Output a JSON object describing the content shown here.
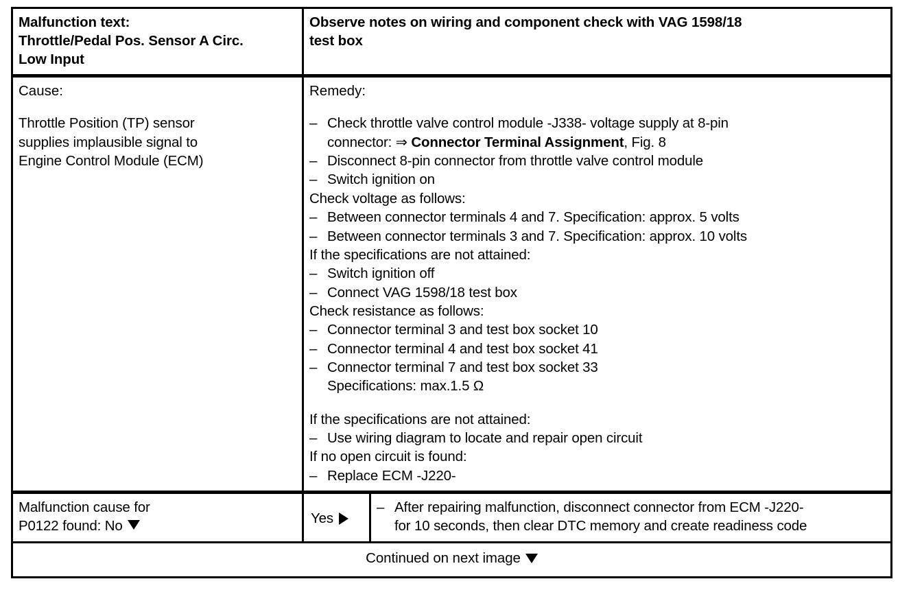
{
  "header": {
    "left_title": "Malfunction text:",
    "left_line2": "Throttle/Pedal Pos. Sensor A Circ.",
    "left_line3": "Low Input",
    "right_line1": "Observe notes on wiring and component check with VAG 1598/18",
    "right_line2": "test box"
  },
  "cause": {
    "label": "Cause:",
    "line1": "Throttle Position (TP) sensor",
    "line2": "supplies implausible signal to",
    "line3": "Engine Control Module (ECM)"
  },
  "remedy": {
    "label": "Remedy:",
    "items": [
      {
        "type": "dash",
        "text": "Check throttle valve control module -J338- voltage supply at 8-pin"
      },
      {
        "type": "cont",
        "pre": "connector: ⇒ ",
        "bold": "Connector Terminal Assignment",
        "post": ",  Fig. 8"
      },
      {
        "type": "dash",
        "text": "Disconnect 8-pin connector from throttle valve control module"
      },
      {
        "type": "dash",
        "text": "Switch ignition on"
      },
      {
        "type": "plain",
        "text": "Check voltage as follows:"
      },
      {
        "type": "dash",
        "text": "Between connector terminals 4 and 7. Specification: approx. 5 volts"
      },
      {
        "type": "dash",
        "text": "Between connector terminals 3 and 7. Specification: approx. 10 volts"
      },
      {
        "type": "plain",
        "text": "If the specifications are not attained:"
      },
      {
        "type": "dash",
        "text": "Switch ignition off"
      },
      {
        "type": "dash",
        "text": "Connect VAG 1598/18 test box"
      },
      {
        "type": "plain",
        "text": "Check resistance as follows:"
      },
      {
        "type": "dash",
        "text": "Connector terminal 3 and test box socket 10"
      },
      {
        "type": "dash",
        "text": "Connector terminal 4 and test box socket 41"
      },
      {
        "type": "dash",
        "text": "Connector terminal 7 and test box socket 33"
      },
      {
        "type": "cont",
        "pre": "Specifications: max.1.5 Ω",
        "bold": "",
        "post": ""
      },
      {
        "type": "gap"
      },
      {
        "type": "plain",
        "text": "If the specifications are not attained:"
      },
      {
        "type": "dash",
        "text": "Use wiring diagram to locate and repair open circuit"
      },
      {
        "type": "plain",
        "text": "If no open circuit is found:"
      },
      {
        "type": "dash",
        "text": "Replace ECM -J220-"
      }
    ]
  },
  "answer_row": {
    "question_line1": "Malfunction cause for",
    "question_line2_prefix": "P0122 found: No",
    "yes_label": "Yes",
    "action_line1": "After repairing malfunction, disconnect connector from ECM -J220-",
    "action_line2": "for 10 seconds, then clear DTC memory and create readiness code"
  },
  "footer": {
    "continued_text": "Continued on next image"
  },
  "colors": {
    "ink": "#000000",
    "paper": "#ffffff"
  }
}
